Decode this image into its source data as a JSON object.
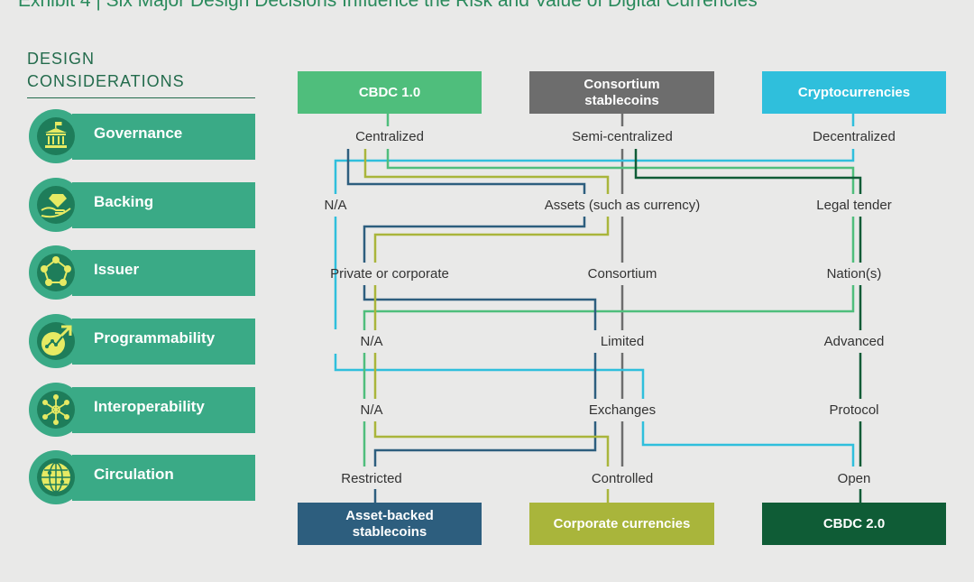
{
  "exhibit_title": "Exhibit 4 | Six Major Design Decisions Influence the Risk and Value of Digital Currencies",
  "design_heading": [
    "DESIGN",
    "CONSIDERATIONS"
  ],
  "considerations": [
    {
      "label": "Governance",
      "icon": "building-icon"
    },
    {
      "label": "Backing",
      "icon": "hand-gem-icon"
    },
    {
      "label": "Issuer",
      "icon": "network-icon"
    },
    {
      "label": "Programmability",
      "icon": "chip-arrow-icon"
    },
    {
      "label": "Interoperability",
      "icon": "hub-icon"
    },
    {
      "label": "Circulation",
      "icon": "globe-icon"
    }
  ],
  "top_boxes": [
    {
      "label": "CBDC 1.0",
      "color": "#4fbe7c"
    },
    {
      "label": "Consortium stablecoins",
      "color": "#6d6d6d"
    },
    {
      "label": "Cryptocurrencies",
      "color": "#2fbfdc"
    }
  ],
  "bottom_boxes": [
    {
      "label": "Asset-backed stablecoins",
      "color": "#2d5e7e"
    },
    {
      "label": "Corporate currencies",
      "color": "#a9b53b"
    },
    {
      "label": "CBDC 2.0",
      "color": "#0f5c36"
    }
  ],
  "rows": [
    [
      "Centralized",
      "Semi-centralized",
      "Decentralized"
    ],
    [
      "N/A",
      "Assets (such as currency)",
      "Legal tender"
    ],
    [
      "Private or corporate",
      "Consortium",
      "Nation(s)"
    ],
    [
      "N/A",
      "Limited",
      "Advanced"
    ],
    [
      "N/A",
      "Exchanges",
      "Protocol"
    ],
    [
      "Restricted",
      "Controlled",
      "Open"
    ]
  ]
}
